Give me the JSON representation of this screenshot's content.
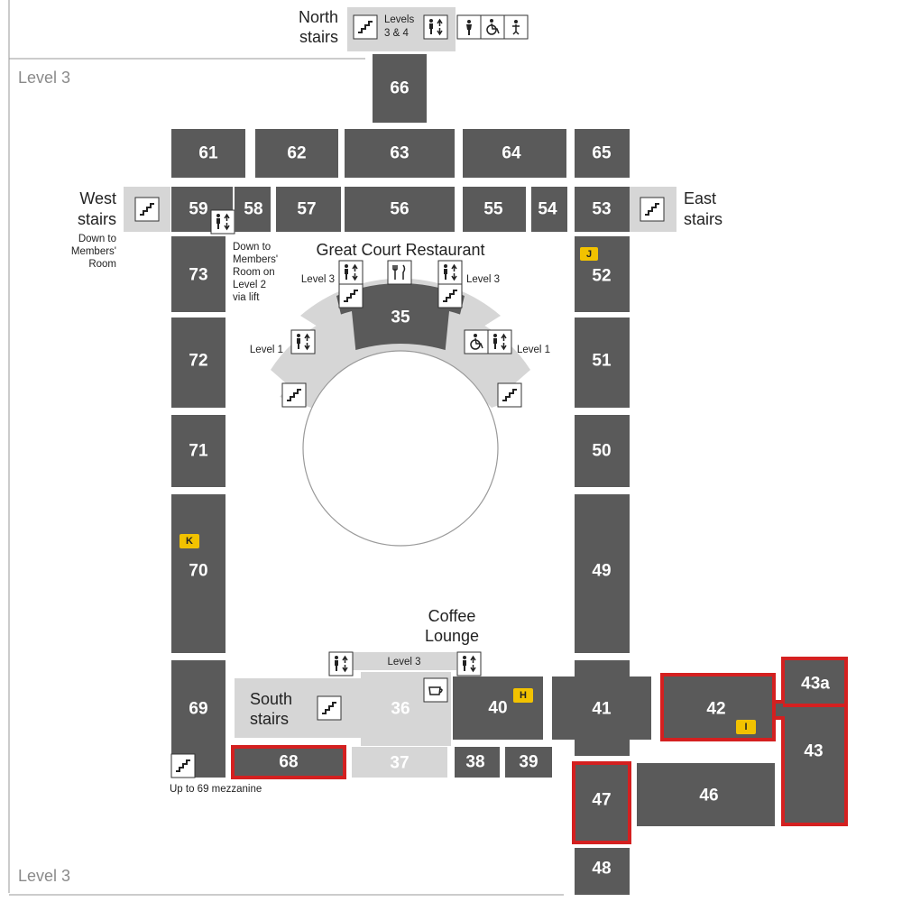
{
  "level_labels": {
    "top": "Level 3",
    "bottom": "Level 3"
  },
  "stairs": {
    "north": {
      "line1": "North",
      "line2": "stairs",
      "levels1": "Levels",
      "levels2": "3 & 4"
    },
    "west": {
      "line1": "West",
      "line2": "stairs",
      "note1": "Down to",
      "note2": "Members'",
      "note3": "Room"
    },
    "east": {
      "line1": "East",
      "line2": "stairs"
    },
    "south": {
      "line1": "South",
      "line2": "stairs"
    }
  },
  "lift_note": [
    "Down to",
    "Members'",
    "Room on",
    "Level 2",
    "via lift"
  ],
  "restaurant": {
    "title": "Great Court Restaurant",
    "level3_left": "Level 3",
    "level3_right": "Level 3",
    "level1_left": "Level 1",
    "level1_right": "Level 1"
  },
  "coffee": {
    "line1": "Coffee",
    "line2": "Lounge",
    "level": "Level 3"
  },
  "mezzanine_note": "Up to 69 mezzanine",
  "badges": {
    "J": "J",
    "K": "K",
    "H": "H",
    "I": "I"
  },
  "rooms": {
    "r35": "35",
    "r36": "36",
    "r37": "37",
    "r38": "38",
    "r39": "39",
    "r40": "40",
    "r41": "41",
    "r42": "42",
    "r43": "43",
    "r43a": "43a",
    "r46": "46",
    "r47": "47",
    "r48": "48",
    "r49": "49",
    "r50": "50",
    "r51": "51",
    "r52": "52",
    "r53": "53",
    "r54": "54",
    "r55": "55",
    "r56": "56",
    "r57": "57",
    "r58": "58",
    "r59": "59",
    "r61": "61",
    "r62": "62",
    "r63": "63",
    "r64": "64",
    "r65": "65",
    "r66": "66",
    "r68": "68",
    "r69": "69",
    "r70": "70",
    "r71": "71",
    "r72": "72",
    "r73": "73"
  },
  "highlighted_rooms": [
    "42",
    "43",
    "43a",
    "47",
    "68"
  ],
  "colors": {
    "room": "#5a5a5a",
    "room_light": "#d6d6d6",
    "highlight": "#d42020",
    "badge": "#f2c200"
  },
  "icons": [
    "stairs-icon",
    "lift-icon",
    "toilet-icon",
    "accessible-icon",
    "baby-change-icon",
    "restaurant-icon",
    "cafe-icon"
  ]
}
